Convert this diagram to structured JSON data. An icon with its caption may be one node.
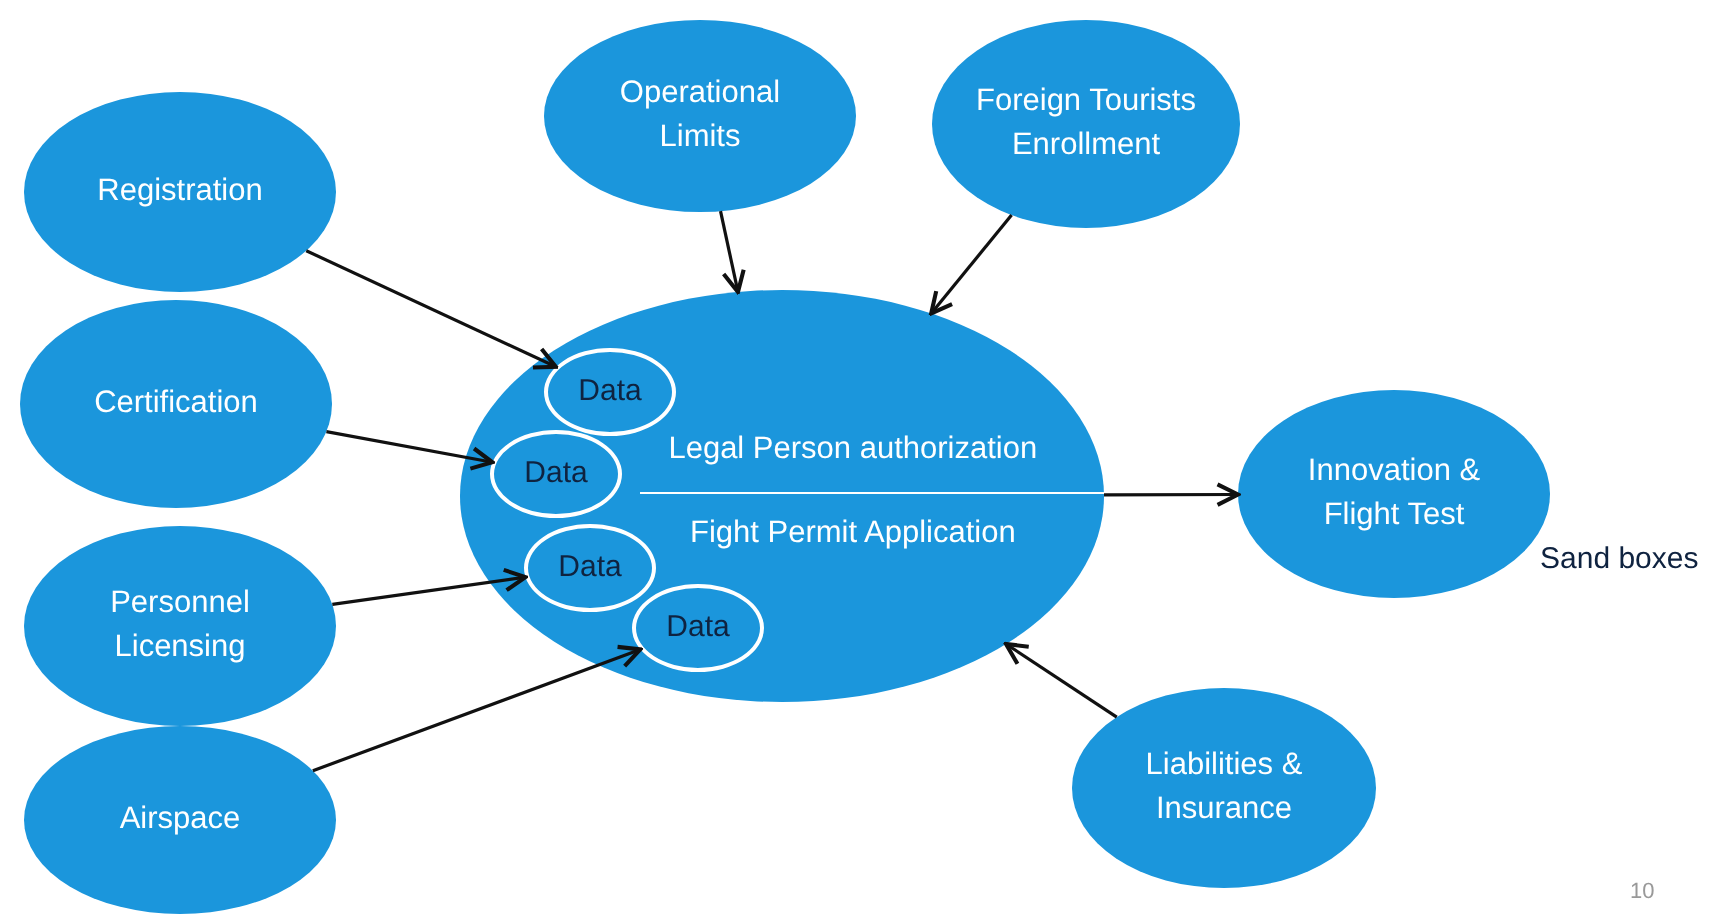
{
  "diagram": {
    "nodes": [
      {
        "text": [
          "Operational Limits"
        ]
      },
      {
        "text": [
          "Foreign Tourists Enrollment"
        ]
      },
      {
        "text": [
          "Registration"
        ]
      },
      {
        "text": [
          "Certification"
        ]
      },
      {
        "text": [
          "Legal Person authorization",
          "Fight Permit Application"
        ]
      },
      {
        "text": [
          "Data"
        ],
        "in": 4
      },
      {
        "text": [
          "Data"
        ],
        "in": 4
      },
      {
        "text": [
          "Innovation & Flight Test"
        ],
        "beside": [
          "Sand boxes"
        ]
      },
      {
        "text": [
          "Data"
        ],
        "in": 4
      },
      {
        "text": [
          "Data"
        ],
        "in": 4
      },
      {
        "text": [
          "Personnel Licensing"
        ]
      },
      {
        "text": [
          "Liabilities & Insurance"
        ]
      },
      {
        "text": [
          "Airspace"
        ]
      }
    ],
    "edges": [
      {
        "from": 2,
        "to": 5,
        "arrow": "to"
      },
      {
        "from": 0,
        "to": 4,
        "arrow": "to"
      },
      {
        "from": 1,
        "to": 4,
        "arrow": "to"
      },
      {
        "from": 3,
        "to": 6,
        "arrow": "to"
      },
      {
        "from": 4,
        "to": 7,
        "arrow": "to"
      },
      {
        "from": 10,
        "to": 8,
        "arrow": "to"
      },
      {
        "from": 12,
        "to": 9,
        "arrow": "to"
      },
      {
        "from": 11,
        "to": 4,
        "arrow": "to"
      }
    ],
    "labels": [
      "10"
    ]
  }
}
